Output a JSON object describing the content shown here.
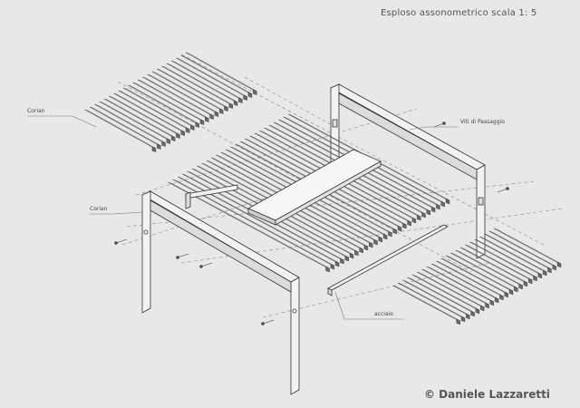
{
  "title": "Esploso assonometrico scala 1: 5",
  "copyright": "© Daniele Lazzaretti",
  "labels": {
    "corian_top": "Corian",
    "corian_left": "Corian",
    "viti": "Viti di Passaggio",
    "acciaio": "acciaio"
  },
  "colors": {
    "background": "#e8e8e8",
    "line": "#333333",
    "slat_light": "#f4f4f4",
    "slat_dark": "#6a6a6a",
    "frame": "#f2f2f2"
  }
}
